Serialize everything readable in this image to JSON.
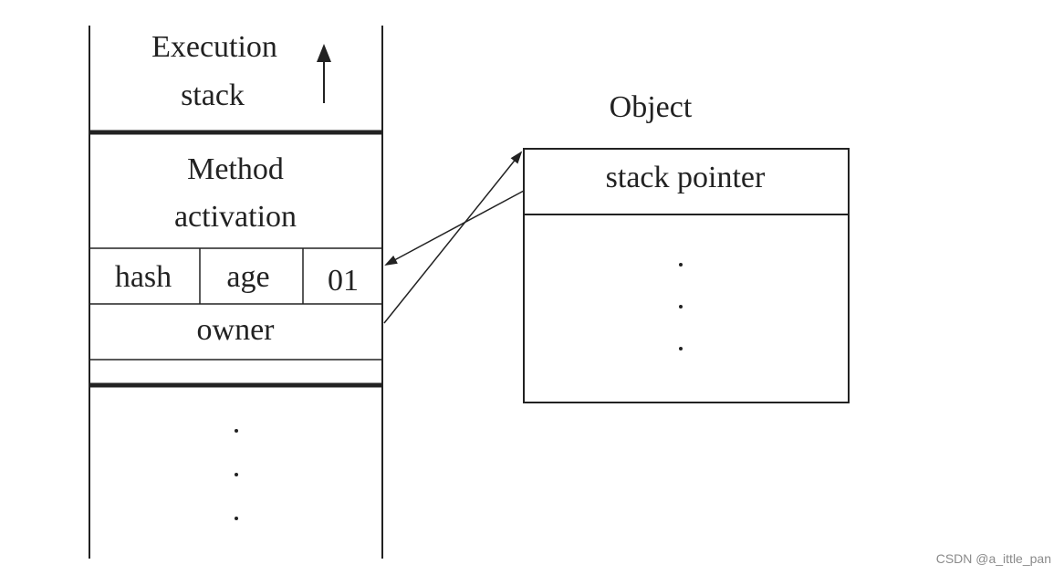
{
  "stack": {
    "heading_line1": "Execution",
    "heading_line2": "stack",
    "method_line1": "Method",
    "method_line2": "activation",
    "cells": [
      "hash",
      "age",
      "01"
    ],
    "owner": "owner"
  },
  "object": {
    "title": "Object",
    "header": "stack pointer"
  },
  "watermark": "CSDN @a_ittle_pan"
}
